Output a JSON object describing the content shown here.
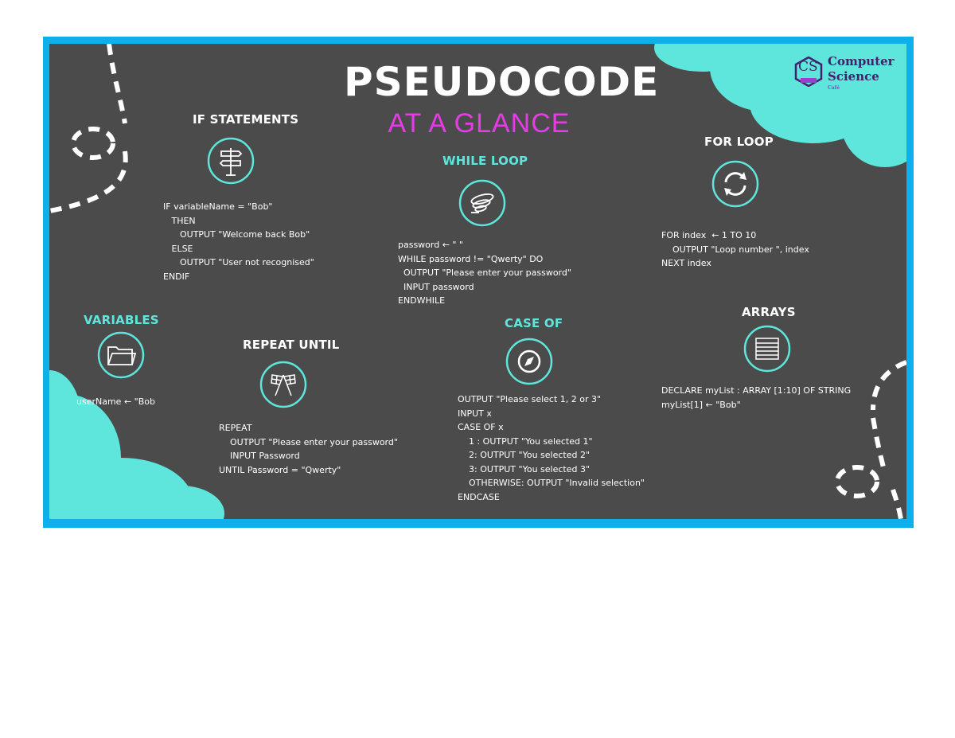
{
  "header": {
    "title": "PSEUDOCODE",
    "subtitle": "AT A GLANCE"
  },
  "logo": {
    "initials": "CS",
    "line1": "Computer",
    "line2": "Science",
    "line3": "Café"
  },
  "sections": {
    "if_statements": {
      "heading": "IF STATEMENTS",
      "icon": "signpost-icon",
      "code": "IF variableName = \"Bob\"\n   THEN\n      OUTPUT \"Welcome back Bob\"\n   ELSE\n      OUTPUT \"User not recognised\"\nENDIF"
    },
    "while_loop": {
      "heading": "WHILE LOOP",
      "icon": "tornado-icon",
      "code": "password ← \" \"\nWHILE password != \"Qwerty\" DO\n  OUTPUT \"Please enter your password\"\n  INPUT password\nENDWHILE"
    },
    "for_loop": {
      "heading": "FOR LOOP",
      "icon": "loop-arrows-icon",
      "code": "FOR index  ← 1 TO 10\n    OUTPUT \"Loop number \", index\nNEXT index"
    },
    "variables": {
      "heading": "VARIABLES",
      "icon": "folder-icon",
      "code": "userName ← \"Bob"
    },
    "repeat_until": {
      "heading": "REPEAT UNTIL",
      "icon": "checkered-flags-icon",
      "code": "REPEAT\n    OUTPUT \"Please enter your password\"\n    INPUT Password\nUNTIL Password = \"Qwerty\""
    },
    "case_of": {
      "heading": "CASE OF",
      "icon": "compass-icon",
      "code": "OUTPUT \"Please select 1, 2 or 3\"\nINPUT x\nCASE OF x\n    1 : OUTPUT \"You selected 1\"\n    2: OUTPUT \"You selected 2\"\n    3: OUTPUT \"You selected 3\"\n    OTHERWISE: OUTPUT \"Invalid selection\"\nENDCASE"
    },
    "arrays": {
      "heading": "ARRAYS",
      "icon": "list-icon",
      "code": "DECLARE myList : ARRAY [1:10] OF STRING\nmyList[1] ← \"Bob\""
    }
  },
  "colors": {
    "frame": "#0db0ea",
    "board": "#4b4b4b",
    "accent_cyan": "#5fe6dc",
    "accent_magenta": "#e63ce6",
    "icon_teal": "#5fe6dc"
  }
}
